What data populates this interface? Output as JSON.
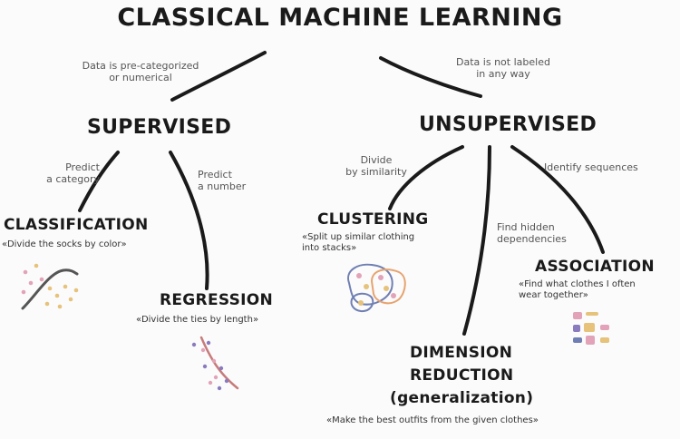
{
  "title": "CLASSICAL MACHINE LEARNING",
  "branches": {
    "supervised": {
      "label": "SUPERVISED",
      "note": "Data is pre-categorized\nor numerical",
      "children": {
        "classification": {
          "label": "CLASSIFICATION",
          "edge_note": "Predict\na category",
          "desc": "«Divide the socks by color»"
        },
        "regression": {
          "label": "REGRESSION",
          "edge_note": "Predict\na number",
          "desc": "«Divide the ties by length»"
        }
      }
    },
    "unsupervised": {
      "label": "UNSUPERVISED",
      "note": "Data is not labeled\nin any way",
      "children": {
        "clustering": {
          "label": "CLUSTERING",
          "edge_note": "Divide\nby similarity",
          "desc": "«Split up similar clothing\ninto stacks»"
        },
        "dimension_reduction": {
          "label_line1": "DIMENSION",
          "label_line2": "REDUCTION",
          "label_line3": "(generalization)",
          "edge_note": "Find hidden\ndependencies",
          "desc": "«Make the best outfits from the given clothes»"
        },
        "association": {
          "label": "ASSOCIATION",
          "edge_note": "Identify sequences",
          "desc": "«Find what clothes I often\nwear together»"
        }
      }
    }
  },
  "colors": {
    "ink": "#1a1a1a",
    "note": "#555555",
    "curve_classification": "#555555",
    "curve_regression": "#c77b7b",
    "dots_warm": "#e6c27a",
    "dots_pink": "#e2a3b8",
    "dots_purple": "#8a7bbf",
    "cluster_outline": "#6f7fb3"
  }
}
